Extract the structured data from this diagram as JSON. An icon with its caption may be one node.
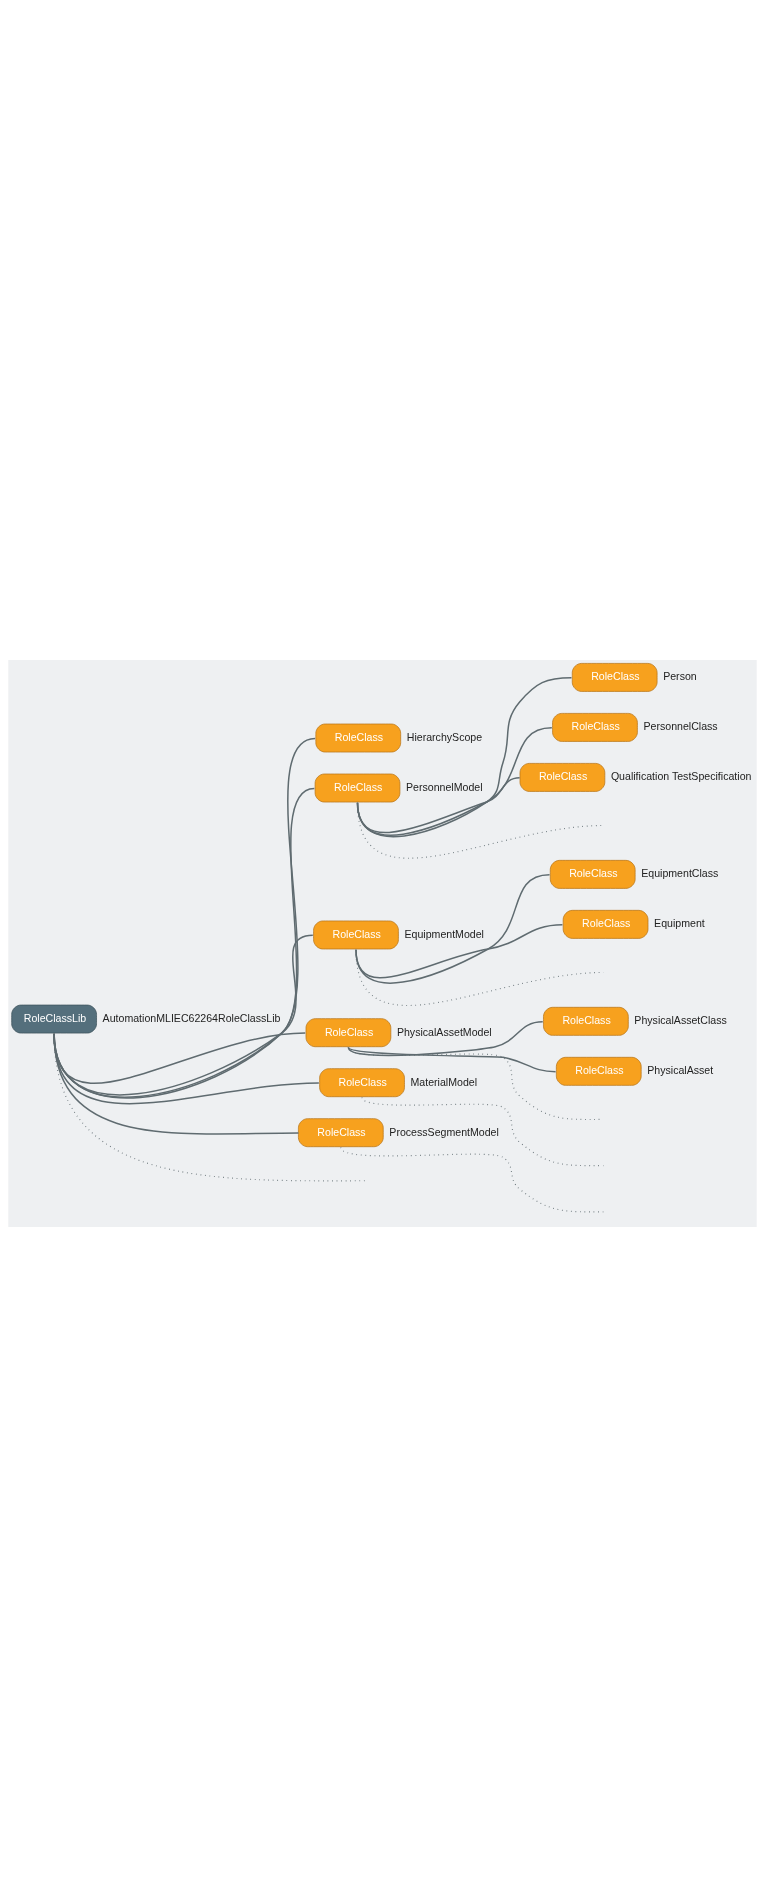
{
  "diagram": {
    "nodes": [
      {
        "text": [
          "RoleClassLib"
        ],
        "beside": [
          "AutomationMLIEC62264RoleClassLib"
        ]
      },
      {
        "text": [
          "RoleClass"
        ],
        "beside": [
          "HierarchyScope"
        ]
      },
      {
        "text": [
          "RoleClass"
        ],
        "beside": [
          "PersonnelModel"
        ]
      },
      {
        "text": [
          "RoleClass"
        ],
        "beside": [
          "Person"
        ]
      },
      {
        "text": [
          "RoleClass"
        ],
        "beside": [
          "PersonnelClass"
        ]
      },
      {
        "text": [
          "RoleClass"
        ],
        "beside": [
          "Qualification TestSpecification"
        ]
      },
      {
        "text": [
          "RoleClass"
        ],
        "beside": [
          "EquipmentModel"
        ]
      },
      {
        "text": [
          "RoleClass"
        ],
        "beside": [
          "EquipmentClass"
        ]
      },
      {
        "text": [
          "RoleClass"
        ],
        "beside": [
          "Equipment"
        ]
      },
      {
        "text": [
          "RoleClass"
        ],
        "beside": [
          "PhysicalAssetModel"
        ]
      },
      {
        "text": [
          "RoleClass"
        ],
        "beside": [
          "PhysicalAssetClass"
        ]
      },
      {
        "text": [
          "RoleClass"
        ],
        "beside": [
          "PhysicalAsset"
        ]
      },
      {
        "text": [
          "RoleClass"
        ],
        "beside": [
          "MaterialModel"
        ]
      },
      {
        "text": [
          "RoleClass"
        ],
        "beside": [
          "ProcessSegmentModel"
        ]
      }
    ],
    "edges": [
      {
        "from": 0,
        "to": 1,
        "arrow": "none"
      },
      {
        "from": 0,
        "to": 2,
        "arrow": "none"
      },
      {
        "from": 2,
        "to": 3,
        "arrow": "none"
      },
      {
        "from": 2,
        "to": 4,
        "arrow": "none"
      },
      {
        "from": 2,
        "to": 5,
        "arrow": "none"
      },
      {
        "from": 2,
        "to": null,
        "arrow": "none",
        "style": "dashed"
      },
      {
        "from": 0,
        "to": 6,
        "arrow": "none"
      },
      {
        "from": 6,
        "to": 7,
        "arrow": "none"
      },
      {
        "from": 6,
        "to": 8,
        "arrow": "none"
      },
      {
        "from": 6,
        "to": null,
        "arrow": "none",
        "style": "dashed"
      },
      {
        "from": 0,
        "to": 9,
        "arrow": "none"
      },
      {
        "from": 9,
        "to": 10,
        "arrow": "none"
      },
      {
        "from": 9,
        "to": 11,
        "arrow": "none"
      },
      {
        "from": 9,
        "to": null,
        "arrow": "none",
        "style": "dashed"
      },
      {
        "from": 0,
        "to": 12,
        "arrow": "none"
      },
      {
        "from": 12,
        "to": null,
        "arrow": "none",
        "style": "dashed"
      },
      {
        "from": 0,
        "to": 13,
        "arrow": "none"
      },
      {
        "from": 13,
        "to": null,
        "arrow": "none",
        "style": "dashed"
      },
      {
        "from": 0,
        "to": null,
        "arrow": "none",
        "style": "dashed"
      }
    ]
  }
}
